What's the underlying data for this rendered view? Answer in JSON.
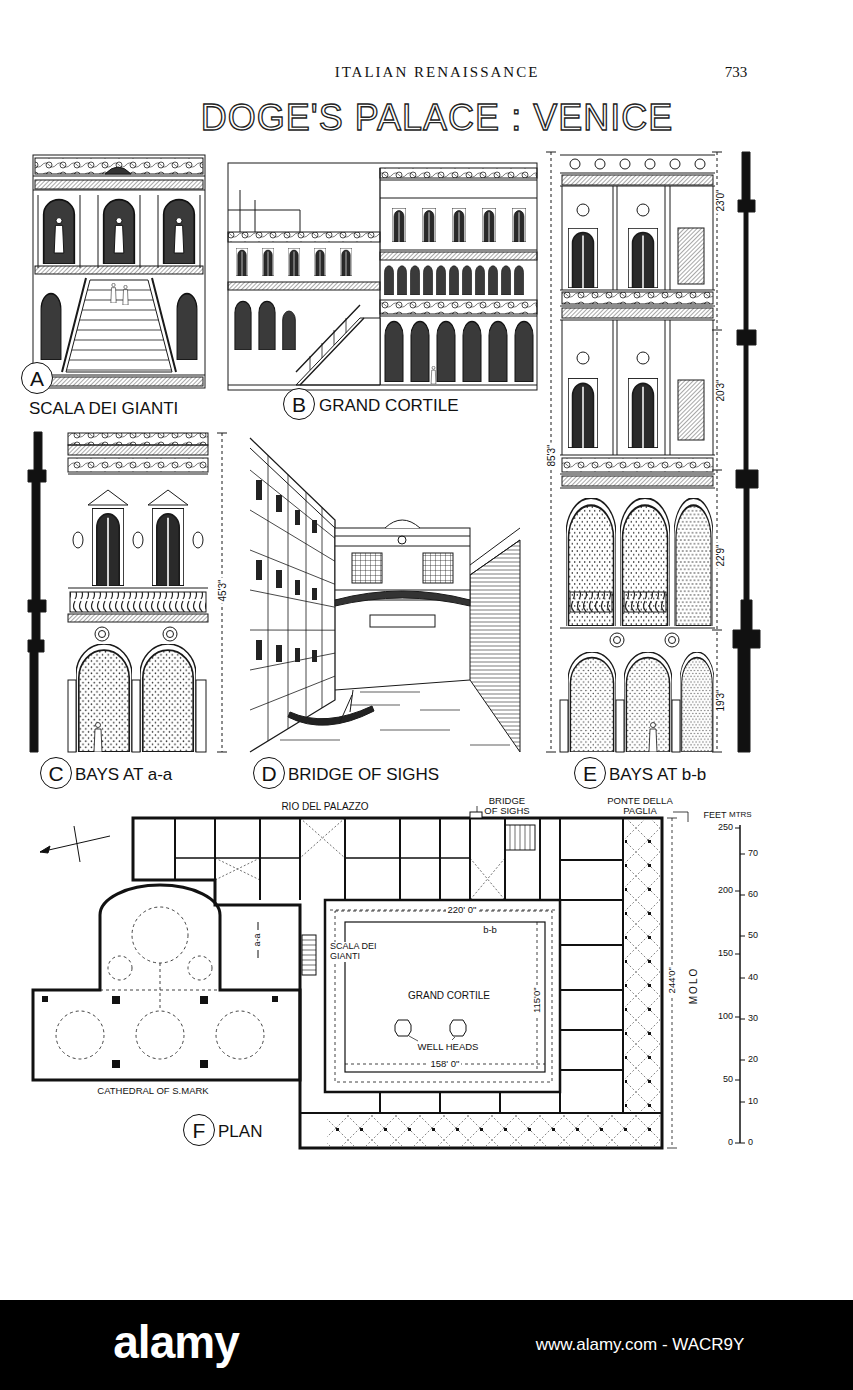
{
  "diagram": {
    "title": "DOGE'S PALACE : VENICE",
    "nodes": [
      {
        "text": [
          "A",
          "SCALA DEI GIANTI"
        ]
      },
      {
        "text": [
          "B",
          "GRAND CORTILE"
        ]
      },
      {
        "text": [
          "C",
          "BAYS AT a-a"
        ]
      },
      {
        "text": [
          "D",
          "BRIDGE OF SIGHS"
        ]
      },
      {
        "text": [
          "E",
          "BAYS AT b-b"
        ]
      },
      {
        "text": [
          "F",
          "PLAN"
        ]
      }
    ],
    "labels": [
      "ITALIAN RENAISSANCE",
      "733",
      "23'0\"",
      "20'3\"",
      "22'9\"",
      "19'3\"",
      "85'3\"",
      "45'3\"",
      "RIO DEL PALAZZO",
      "BRIDGE OF SIGHS",
      "PONTE DELLA PAGLIA",
      "FEET",
      "MTRS",
      "250",
      "200",
      "150",
      "100",
      "50",
      "0",
      "70",
      "60",
      "50",
      "40",
      "30",
      "20",
      "10",
      "0",
      "a-a",
      "SCALA DEI GIANTI",
      "220' 0\"",
      "b-b",
      "GRAND CORTILE",
      "115'0\"",
      "WELL HEADS",
      "158' 0\"",
      "244'0\"",
      "MOLO",
      "CATHEDRAL OF S.MARK",
      "alamy",
      "www.alamy.com - WACR9Y"
    ]
  }
}
